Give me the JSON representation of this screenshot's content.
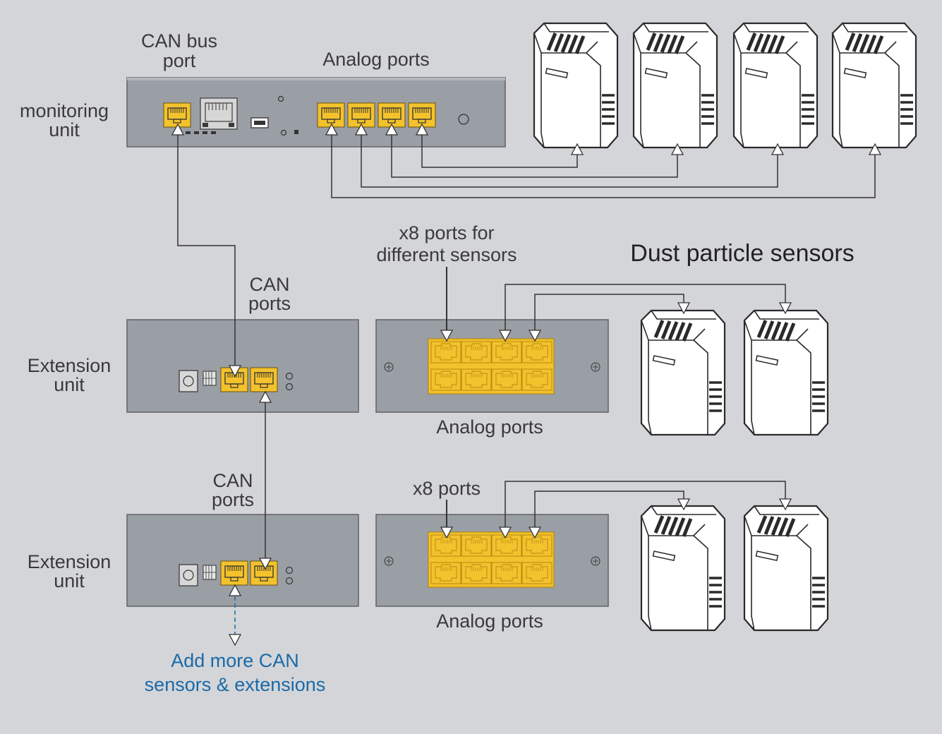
{
  "labels": {
    "monitoring_unit": [
      "monitoring",
      "unit"
    ],
    "can_bus_port": [
      "CAN bus",
      "port"
    ],
    "analog_ports_top": "Analog ports",
    "x8_ports_for": [
      "x8 ports for",
      "different sensors"
    ],
    "dust_particle_sensors": "Dust particle sensors",
    "can_ports_1": [
      "CAN",
      "ports"
    ],
    "extension_unit_1": [
      "Extension",
      "unit"
    ],
    "analog_ports_mid": "Analog ports",
    "x8_ports": "x8 ports",
    "can_ports_2": [
      "CAN",
      "ports"
    ],
    "extension_unit_2": [
      "Extension",
      "unit"
    ],
    "analog_ports_bottom": "Analog ports",
    "add_more": [
      "Add more CAN",
      "sensors & extensions"
    ]
  },
  "colors": {
    "background": "#d4d5d9",
    "device_body": "#9a9ea5",
    "port_yellow": "#f3c22c",
    "line": "#333333",
    "text": "#3a3a3a",
    "link_blue": "#1a6aa7",
    "sensor_white": "#ffffff"
  },
  "icons": [
    "rj45-port-icon",
    "ethernet-port-icon",
    "usb-port-icon",
    "power-jack-icon",
    "dip-switch-icon",
    "screw-icon",
    "sensor-icon",
    "arrow-icon"
  ]
}
